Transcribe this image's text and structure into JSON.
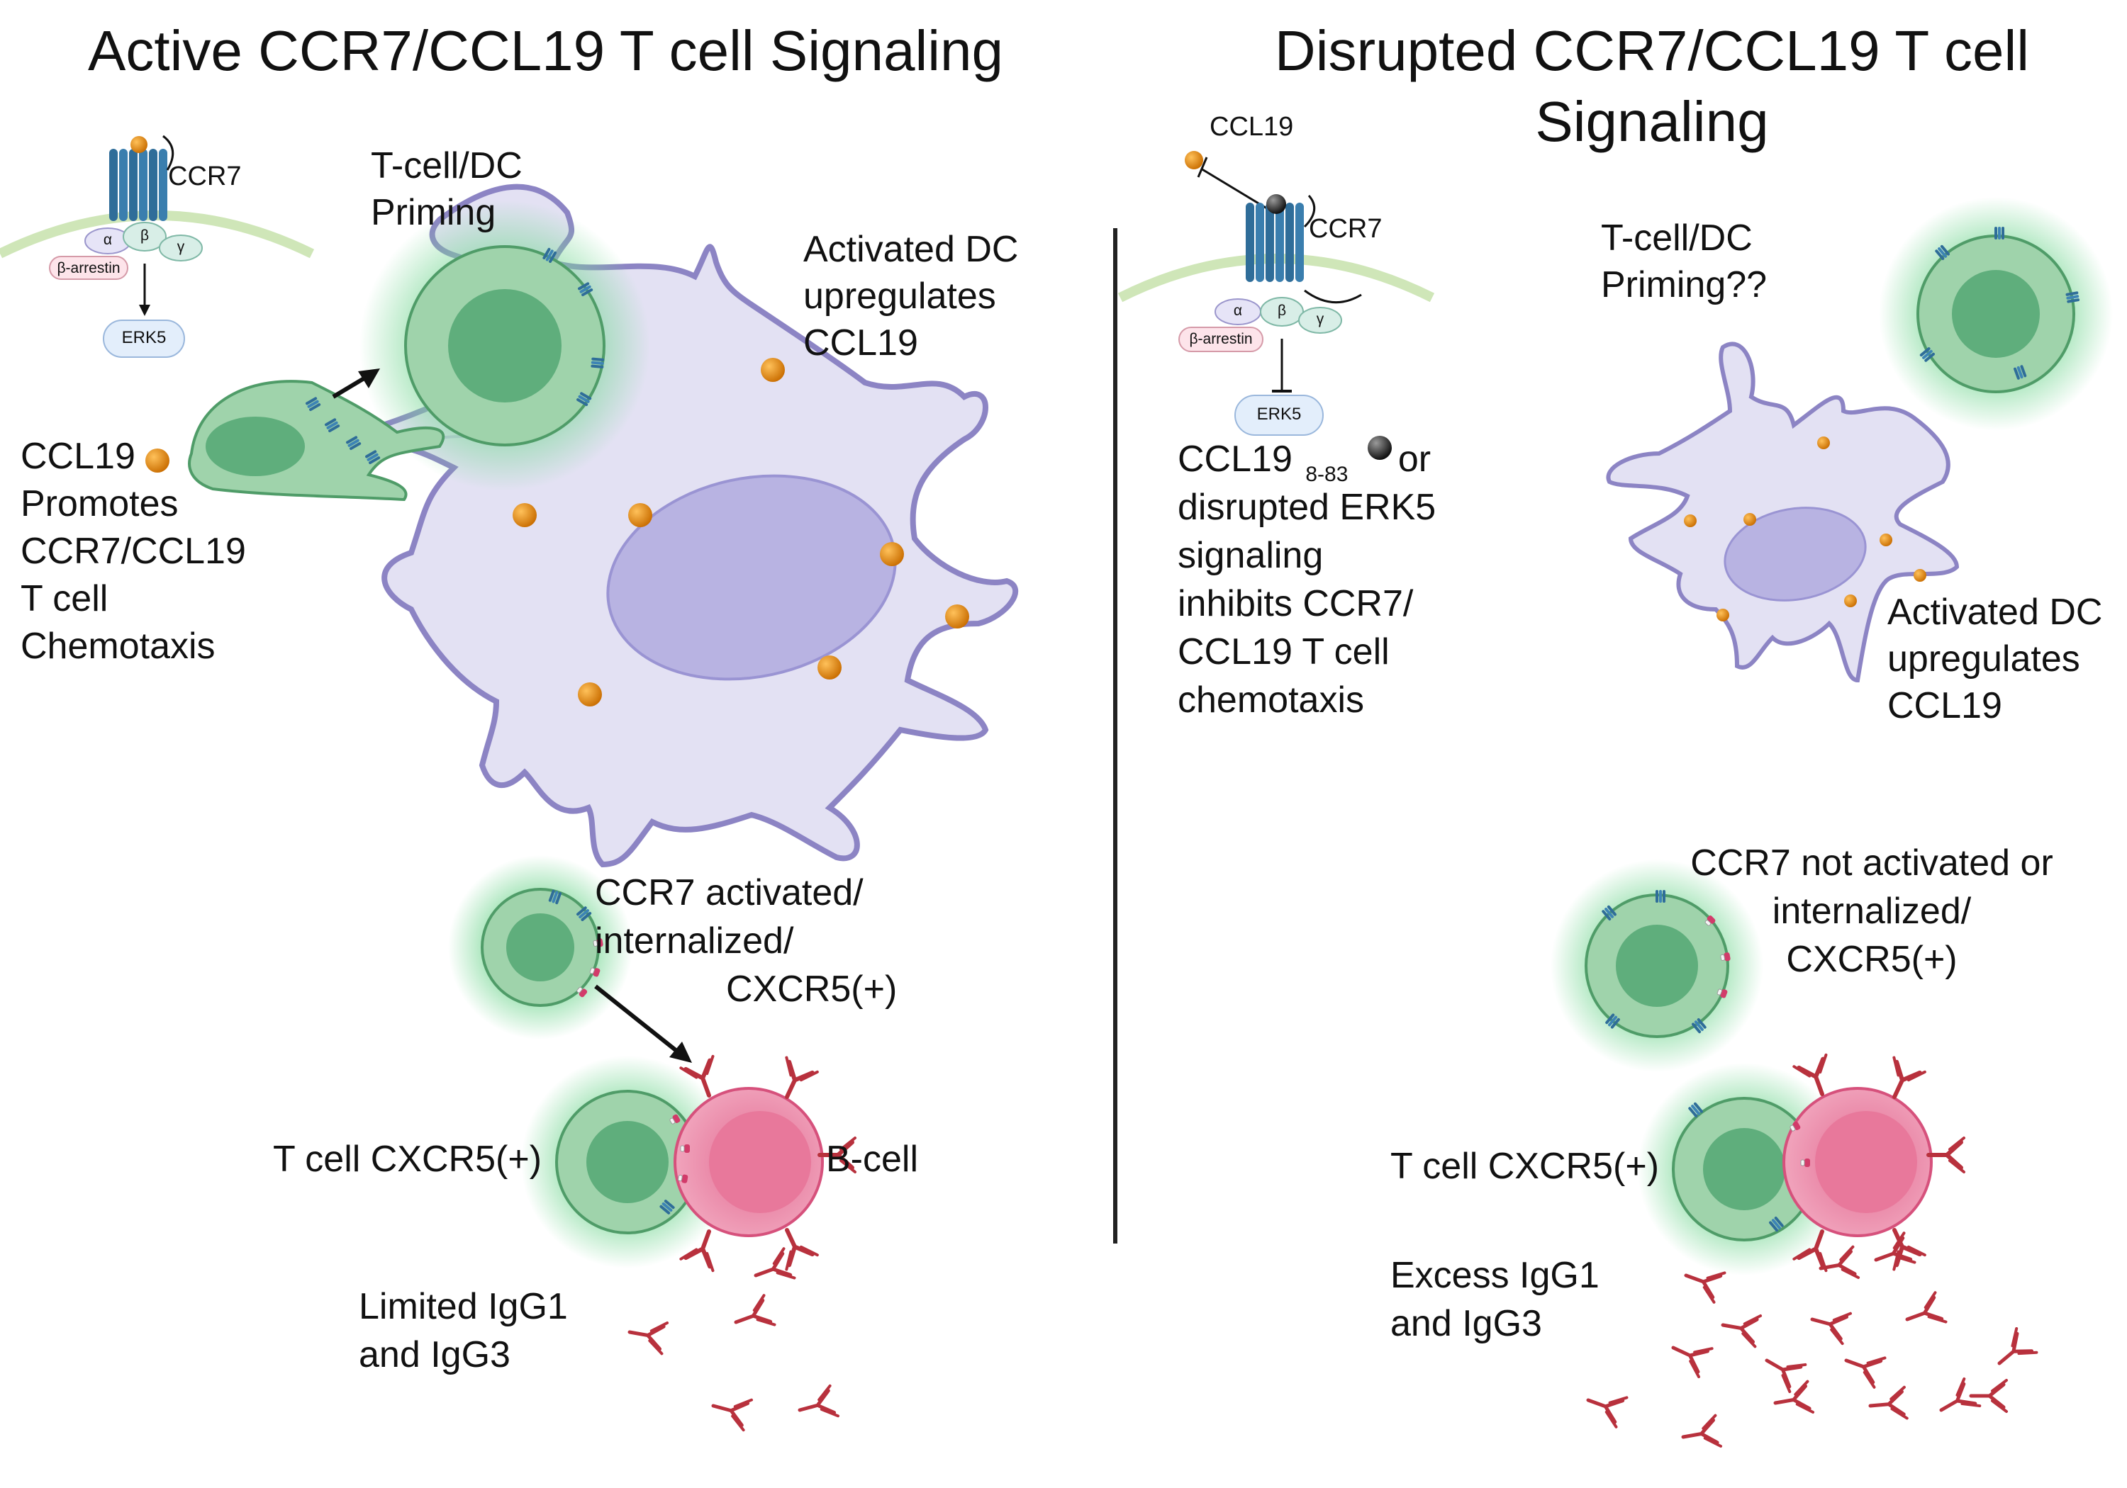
{
  "left_panel": {
    "title": "Active CCR7/CCL19 T cell Signaling",
    "receptor": {
      "label": "CCR7",
      "g_alpha": "α",
      "g_beta": "β",
      "g_gamma": "γ",
      "arrestin": "β-arrestin",
      "erk5": "ERK5"
    },
    "priming_label": [
      "T-cell/DC",
      "Priming"
    ],
    "dc_label": [
      "Activated DC",
      "upregulates",
      "CCL19"
    ],
    "ccl19_label": [
      "CCL19",
      "Promotes",
      "CCR7/CCL19",
      "T cell",
      "Chemotaxis"
    ],
    "ccr7_label": [
      "CCR7 activated/",
      "internalized/",
      "CXCR5(+)"
    ],
    "tcell_label": "T cell CXCR5(+)",
    "bcell_label": "B-cell",
    "igg_label": [
      "Limited IgG1",
      "and IgG3"
    ]
  },
  "right_panel": {
    "title": [
      "Disrupted CCR7/CCL19  T cell",
      "Signaling"
    ],
    "receptor": {
      "ligand_label": "CCL19",
      "label": "CCR7",
      "g_alpha": "α",
      "g_beta": "β",
      "g_gamma": "γ",
      "arrestin": "β-arrestin",
      "erk5": "ERK5"
    },
    "inhibitor_label": {
      "line1_main": "CCL19",
      "line1_sub": "8-83",
      "line1_end": "or",
      "rest": [
        "disrupted ERK5",
        "signaling",
        "inhibits CCR7/",
        "CCL19 T cell",
        "chemotaxis"
      ]
    },
    "priming_label": [
      "T-cell/DC",
      "Priming??"
    ],
    "dc_label": [
      "Activated DC",
      "upregulates",
      "CCL19"
    ],
    "ccr7_label": [
      "CCR7 not activated or",
      "internalized/",
      "CXCR5(+)"
    ],
    "tcell_label": "T cell CXCR5(+)",
    "igg_label": [
      "Excess IgG1",
      "and IgG3"
    ]
  },
  "colors": {
    "tcell_fill": "#9fd3ab",
    "tcell_nucleus": "#5fae7c",
    "tcell_glow": "#7ed99a",
    "dc_fill": "#e3e1f3",
    "dc_outline": "#8c84c4",
    "dc_nucleus": "#b3aedf",
    "ccl19": "#e08a10",
    "receptor": "#2f6d99",
    "bcell": "#e8789b",
    "antibody": "#b8313d",
    "divider": "#222222"
  }
}
